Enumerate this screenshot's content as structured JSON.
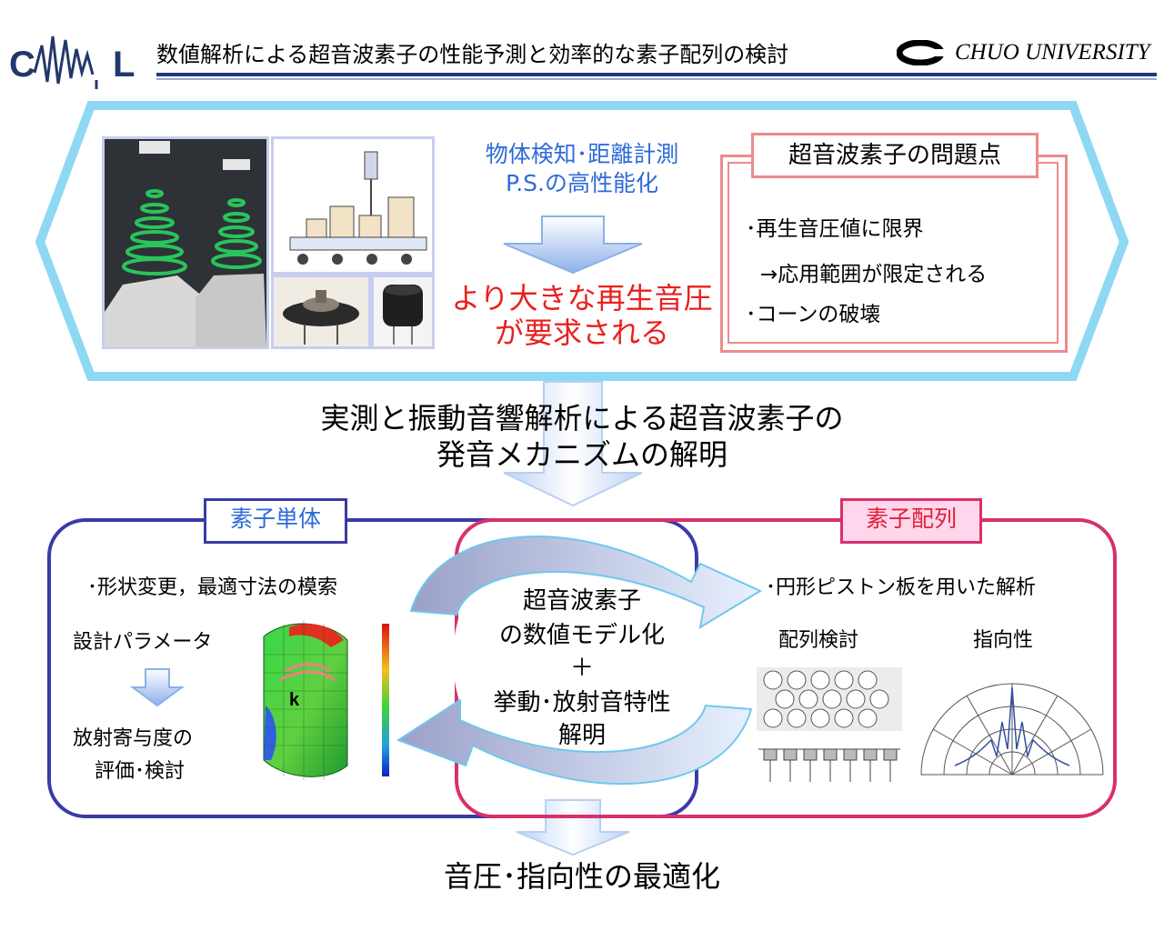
{
  "header": {
    "logo_text": "CAMAL",
    "title": "数値解析による超音波素子の性能予測と効率的な素子配列の検討",
    "university": "CHUO UNIVERSITY"
  },
  "top_section": {
    "goal_line1": "物体検知･距離計測",
    "goal_line2": "P.S.の高性能化",
    "demand_line1": "より大きな再生音圧",
    "demand_line2": "が要求される",
    "problems": {
      "title": "超音波素子の問題点",
      "item1": "･再生音圧値に限界",
      "item2": "→応用範囲が限定される",
      "item3": "･コーンの破壊"
    }
  },
  "middle": {
    "line1": "実測と振動音響解析による超音波素子の",
    "line2": "発音メカニズムの解明"
  },
  "single_element": {
    "label": "素子単体",
    "item1": "･形状変更，最適寸法の模索",
    "param_label": "設計パラメータ",
    "eval_line1": "放射寄与度の",
    "eval_line2": "評価･検討"
  },
  "array": {
    "label": "素子配列",
    "item1": "･円形ピストン板を用いた解析",
    "array_study": "配列検討",
    "directivity": "指向性"
  },
  "center": {
    "line1": "超音波素子",
    "line2": "の数値モデル化",
    "plus": "＋",
    "line3": "挙動･放射音特性",
    "line4": "解明"
  },
  "bottom": {
    "result": "音圧･指向性の最適化"
  },
  "colors": {
    "title_rule": "#1f3a78",
    "frame_light_blue": "#8fd8f3",
    "goal_blue": "#2f6bd8",
    "demand_red": "#e8201e",
    "problem_pink": "#ee8a8a",
    "single_frame": "#3a3aa8",
    "array_frame": "#d8306a"
  }
}
